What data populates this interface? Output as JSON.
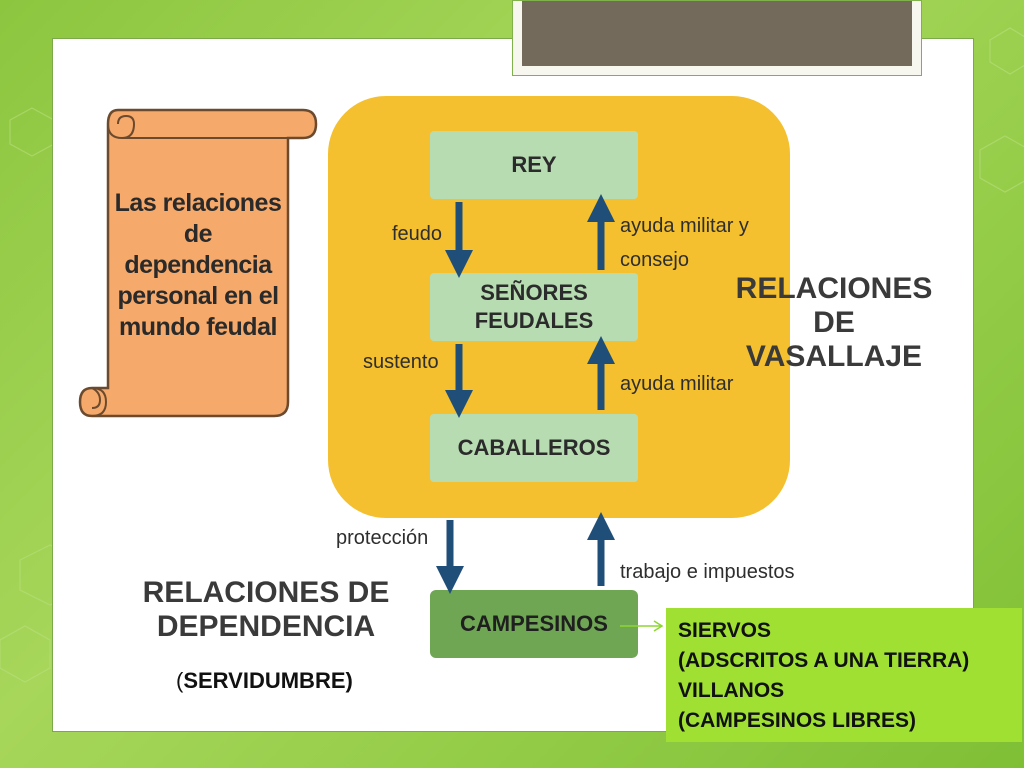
{
  "scroll": {
    "text_lines": [
      "Las relaciones",
      "de",
      "dependencia",
      "personal en el",
      "mundo feudal"
    ]
  },
  "nodes": {
    "rey": "REY",
    "senores_line1": "SEÑORES",
    "senores_line2": "FEUDALES",
    "caballeros": "CABALLEROS",
    "campesinos": "CAMPESINOS"
  },
  "arrow_labels": {
    "feudo": "feudo",
    "ayuda_militar_consejo_1": "ayuda militar y",
    "ayuda_militar_consejo_2": "consejo",
    "sustento": "sustento",
    "ayuda_militar": "ayuda militar",
    "proteccion": "protección",
    "trabajo": "trabajo e impuestos"
  },
  "relaciones_vasallaje": [
    "RELACIONES DE",
    "VASALLAJE"
  ],
  "relaciones_dependencia": [
    "RELACIONES DE",
    "DEPENDENCIA"
  ],
  "servidumbre": {
    "open": "(",
    "text": "SERVIDUMBRE)"
  },
  "campesinos_types": [
    "SIERVOS",
    "(ADSCRITOS A UNA TIERRA)",
    "VILLANOS",
    "(CAMPESINOS LIBRES)"
  ],
  "colors": {
    "panel": "#f4c02f",
    "node": "#b8dcb2",
    "campesinos_node": "#6ea654",
    "arrow": "#1f4e79",
    "scroll": "#f5a96a",
    "green_box": "#9fe033"
  }
}
